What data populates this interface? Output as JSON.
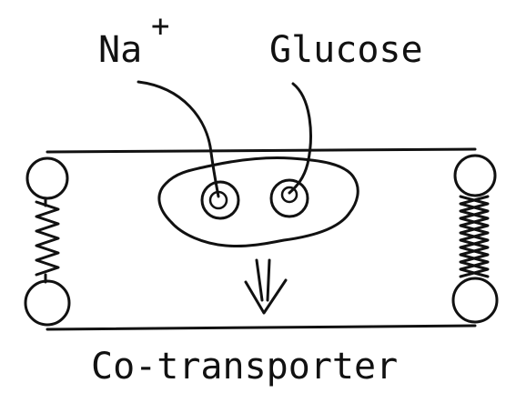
{
  "labels": {
    "ion": "Na",
    "ion_charge": "+",
    "sugar": "Glucose",
    "caption": "Co-transporter"
  },
  "colors": {
    "ink": "#111111",
    "background": "#ffffff"
  }
}
